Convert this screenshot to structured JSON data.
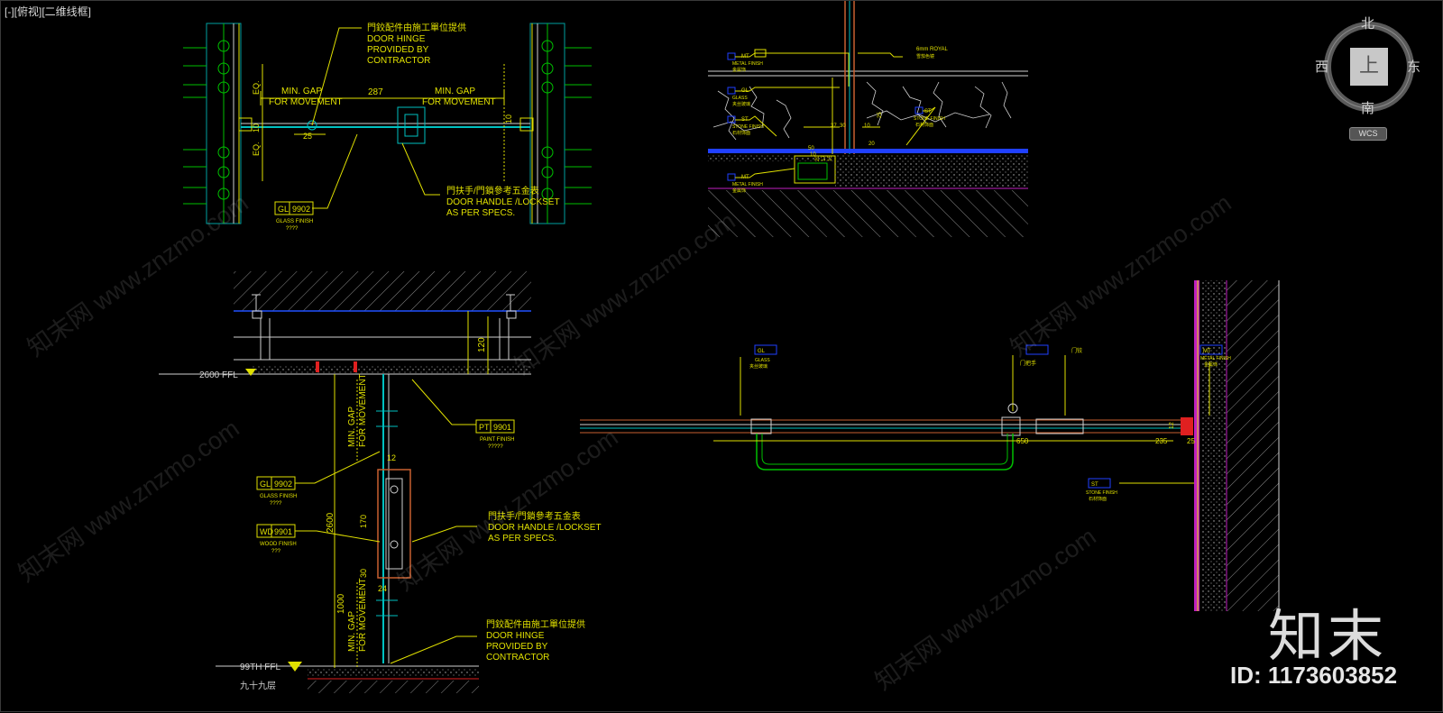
{
  "viewport": {
    "label": "[-][俯视][二维线框]"
  },
  "viewcube": {
    "north": "北",
    "south": "南",
    "west": "西",
    "east": "东",
    "top_face": "上",
    "wcs": "WCS"
  },
  "drawing": {
    "plan": {
      "hinge_note": [
        "門鉸配件由施工單位提供",
        "DOOR HINGE",
        "PROVIDED BY",
        "CONTRACTOR"
      ],
      "gap_left": [
        "MIN. GAP",
        "FOR MOVEMENT"
      ],
      "gap_right": [
        "MIN. GAP",
        "FOR MOVEMENT"
      ],
      "dim_287": "287",
      "dim_25": "25",
      "dim_eq": "EQ.",
      "dim_10": "10",
      "tag_gl_code": "GL",
      "tag_gl_num": "9902",
      "tag_gl_sub": "GLASS FINISH",
      "tag_gl_sub2": "????",
      "handle_note": [
        "門扶手/門鎖參考五金表",
        "DOOR HANDLE /LOCKSET",
        "AS PER SPECS."
      ]
    },
    "section": {
      "ffl_2600": "2600 FFL",
      "ffl_99": "99TH FFL",
      "floor_cn": "九十九层",
      "dim_120": "120",
      "dim_2600": "2600",
      "dim_170": "170",
      "dim_30": "30",
      "dim_24": "24",
      "dim_1000": "1000",
      "dim_12": "12",
      "gap_top": [
        "MIN. GAP",
        "FOR MOVEMENT"
      ],
      "gap_bottom": [
        "MIN. GAP",
        "FOR MOVEMENT"
      ],
      "tag_pt": {
        "code": "PT",
        "num": "9901",
        "sub": "PAINT FINISH",
        "sub2": "?????"
      },
      "tag_gl": {
        "code": "GL",
        "num": "9902",
        "sub": "GLASS FINISH",
        "sub2": "????"
      },
      "tag_wd": {
        "code": "WD",
        "num": "9901",
        "sub": "WOOD FINISH",
        "sub2": "???"
      },
      "handle_note": [
        "門扶手/門鎖參考五金表",
        "DOOR HANDLE /LOCKSET",
        "AS PER SPECS."
      ],
      "hinge_note": [
        "門鉸配件由施工單位提供",
        "DOOR HINGE",
        "PROVIDED BY",
        "CONTRACTOR"
      ]
    },
    "detail_top": {
      "tags": [
        {
          "code": "MT",
          "sub": "METAL FINISH",
          "cn": "金属饰"
        },
        {
          "code": "GL",
          "sub": "GLASS",
          "cn": "夹丝玻璃"
        },
        {
          "code": "ST",
          "sub": "STONE FINISH",
          "cn": "石材饰面"
        },
        {
          "code": "MT",
          "sub": "METAL FINISH",
          "cn": "金属饰"
        }
      ],
      "royal_note": "6mm ROYAL",
      "royal_cn": "雪茄色镜",
      "stone_right": {
        "code": "ST",
        "sub": "STONE FINISH",
        "cn": "石材饰面"
      },
      "dims": [
        "37",
        "30",
        "10",
        "20",
        "25",
        "10",
        "50",
        "20",
        "17",
        "15"
      ]
    },
    "detail_bottom": {
      "tag_gl": {
        "code": "GL",
        "sub": "GLASS",
        "cn": "夹丝玻璃"
      },
      "tag_handle": {
        "code": "",
        "sub": "门把手"
      },
      "hinge_cn": "门铰",
      "tag_mt": {
        "code": "MT",
        "sub": "METAL FINISH",
        "cn": "金属饰"
      },
      "tag_st": {
        "code": "ST",
        "sub": "STONE FINISH",
        "cn": "石材饰面"
      },
      "dim_650": "650",
      "dim_235": "235",
      "dim_25": "25",
      "dim_12": "12"
    }
  },
  "watermark": {
    "text": "知末网 www.znzmo.com",
    "logo_cn": "知末",
    "id": "ID: 1173603852"
  }
}
